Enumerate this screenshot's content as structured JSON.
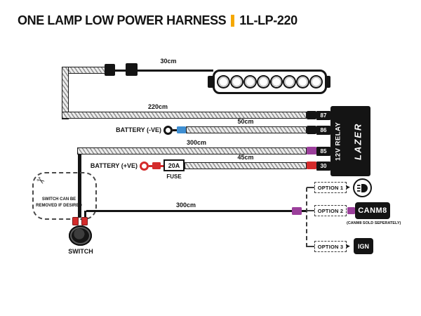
{
  "title": {
    "main": "ONE LAMP LOW POWER HARNESS",
    "code": "1L-LP-220"
  },
  "cables": {
    "lamp_pigtail": "30cm",
    "relay_87": "220cm",
    "battery_neg": "50cm",
    "switch_feed": "300cm",
    "battery_pos": "45cm",
    "options_feed": "300cm"
  },
  "battery": {
    "negative": "BATTERY (-VE)",
    "positive": "BATTERY (+VE)"
  },
  "fuse": {
    "rating": "20A",
    "label": "FUSE"
  },
  "relay": {
    "label": "12V RELAY",
    "brand": "LAZER",
    "terminals": [
      "87",
      "86",
      "85",
      "30"
    ]
  },
  "switch": {
    "label": "SWITCH",
    "note_line1": "SWITCH CAN BE",
    "note_line2": "REMOVED IF DESIRED"
  },
  "options": {
    "option1": {
      "label": "OPTION 1"
    },
    "option2": {
      "label": "OPTION 2",
      "device": "CANM8",
      "note": "(CANM8 SOLD SEPERATELY)"
    },
    "option3": {
      "label": "OPTION 3",
      "device": "IGN"
    }
  },
  "icons": {
    "arrow_right": "▸",
    "scissors": "✂"
  },
  "colors": {
    "accent_yellow": "#F5A800",
    "wire_red": "#D42B2B",
    "wire_blue": "#3F8FD2",
    "connector_purple": "#9B3F9B",
    "relay_black": "#141414"
  }
}
